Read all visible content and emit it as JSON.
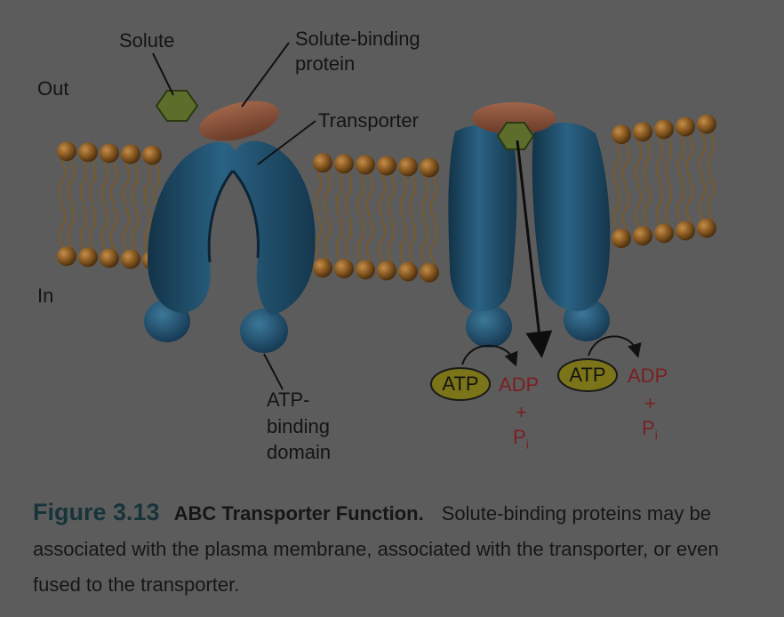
{
  "labels": {
    "solute": "Solute",
    "solute_binding_protein_line1": "Solute-binding",
    "solute_binding_protein_line2": "protein",
    "out": "Out",
    "in": "In",
    "transporter": "Transporter",
    "atp_binding_line1": "ATP-",
    "atp_binding_line2": "binding",
    "atp_binding_line3": "domain"
  },
  "reactions": [
    {
      "atp": "ATP",
      "adp": "ADP",
      "plus": "+",
      "pi": "P",
      "pi_sub": "i"
    },
    {
      "atp": "ATP",
      "adp": "ADP",
      "plus": "+",
      "pi": "P",
      "pi_sub": "i"
    }
  ],
  "caption": {
    "figure_number": "Figure 3.13",
    "figure_title": "ABC Transporter Function.",
    "text": "Solute-binding proteins may be associated with the plasma membrane, associated with the transporter, or even fused to the transporter."
  },
  "colors": {
    "background": "#5c5c5c",
    "lipid_head": "#8a5a22",
    "transporter": "#1d4a66",
    "solute": "#5d6e2c",
    "binding_protein": "#7e4b35",
    "atp_fill": "#7b7418",
    "adp_text": "#7a1f22",
    "figure_number": "#17343a"
  }
}
